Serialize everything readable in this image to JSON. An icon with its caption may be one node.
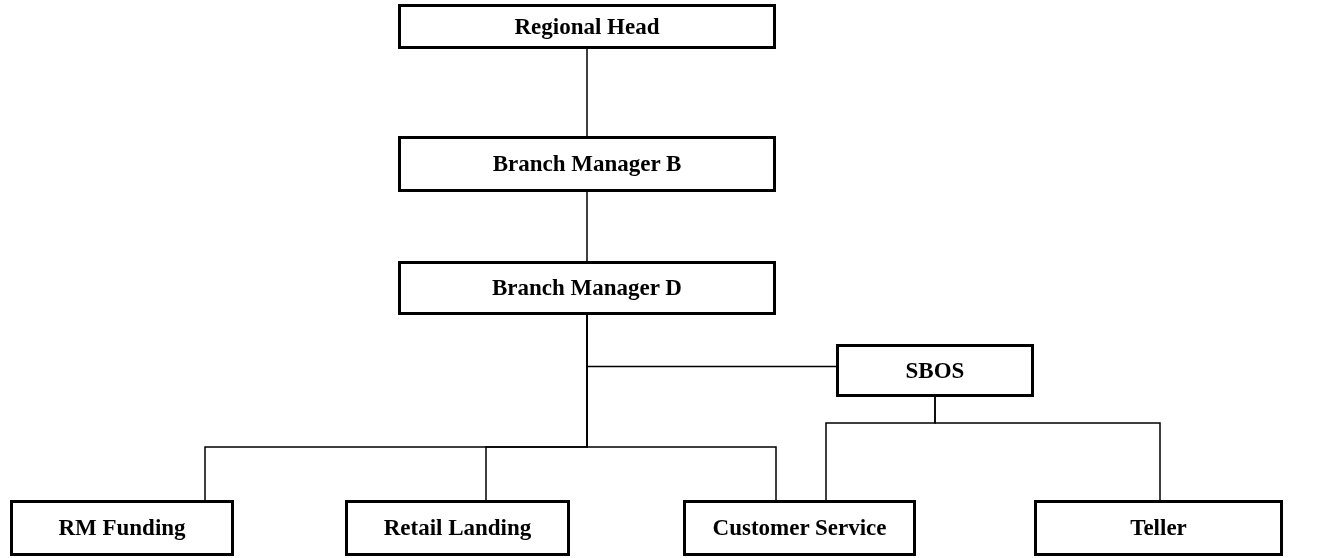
{
  "diagram": {
    "nodes": [
      {
        "text": [
          "Regional Head"
        ]
      },
      {
        "text": [
          "Branch Manager B"
        ]
      },
      {
        "text": [
          "Branch Manager D"
        ]
      },
      {
        "text": [
          "SBOS"
        ]
      },
      {
        "text": [
          "RM Funding"
        ]
      },
      {
        "text": [
          "Retail Landing"
        ]
      },
      {
        "text": [
          "Customer Service"
        ]
      },
      {
        "text": [
          "Teller"
        ]
      }
    ],
    "edges": [
      {
        "from": 0,
        "to": 1,
        "arrow": "none"
      },
      {
        "from": 1,
        "to": 2,
        "arrow": "none"
      },
      {
        "from": 2,
        "to": 3,
        "arrow": "none"
      },
      {
        "from": 2,
        "to": 4,
        "arrow": "none"
      },
      {
        "from": 2,
        "to": 5,
        "arrow": "none"
      },
      {
        "from": 2,
        "to": 6,
        "arrow": "none"
      },
      {
        "from": 3,
        "to": 6,
        "arrow": "none"
      },
      {
        "from": 3,
        "to": 7,
        "arrow": "none"
      }
    ]
  }
}
